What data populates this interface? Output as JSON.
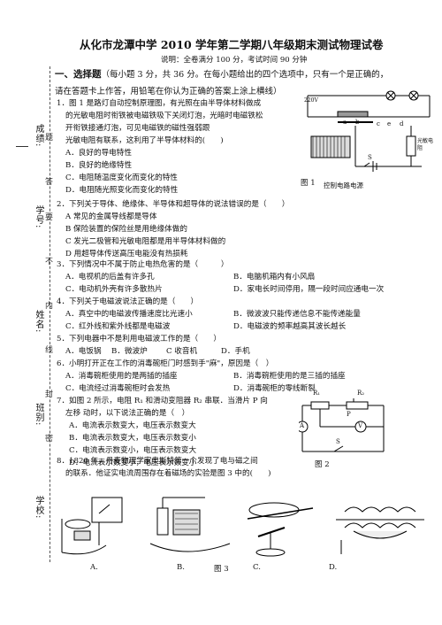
{
  "header": {
    "title": "从化市龙潭中学 2010 学年第二学期八年级期末测试物理试卷",
    "subtitle": "说明：全卷满分 100 分，考试时间 90 分钟"
  },
  "margin": {
    "labels": [
      "成绩:",
      "学号:",
      "姓名:",
      "班别:",
      "学校:"
    ],
    "seal_words": [
      "题",
      "答",
      "要",
      "不",
      "内",
      "线",
      "封",
      "密"
    ]
  },
  "section1": {
    "heading": "一、选择题",
    "note": "（每小题 3 分，共 36 分。在每小题给出的四个选项中，只有一个是正确的，",
    "note2": "请在答题卡上作答，用铅笔在你认为正确的答案上涂上横线）"
  },
  "questions": [
    {
      "lines": [
        "1．图 1 是路灯自动控制原理图，有光照在由半导体材料做成",
        "的光敏电阻时衔铁被电磁铁吸下关闭灯泡，光暗时电磁铁松",
        "开衔铁接通灯泡，可见电磁铁的磁性强弱跟",
        "光敏电阻有联系，这利用了半导体材料的(　　)"
      ],
      "options": [
        "A．良好的导电特性",
        "B．良好的绝缘特性",
        "C．电阻随温度变化而变化的特性",
        "D．电阻随光照变化而变化的特性"
      ]
    },
    {
      "lines": [
        "2．下列关于导体、绝缘体、半导体和超导体的说法错误的是（　　）"
      ],
      "options": [
        "A 常见的金属导线都是导体",
        "B 保险装置的保险丝是用绝缘体做的",
        "C 发光二极管和光敏电阻都是用半导体材料做的",
        "D 用超导体传送高压电能没有热损耗"
      ]
    },
    {
      "lines": [
        "3．下列情况中不属于防止电热危害的是（　　　）"
      ],
      "options": [
        "A．电视机的后盖有许多孔",
        "B．电脑机箱内有小风扇",
        "C．电动机外壳有许多散热片",
        "D．家电长时间停用，隔一段时间应通电一次"
      ]
    },
    {
      "lines": [
        "4．下列关于电磁波说法正确的是（　　）"
      ],
      "options": [
        "A．真空中的电磁波传播速度比光速小",
        "B．微波波只能传递信息不能传递能量",
        "C．红外线和紫外线都是电磁波",
        "D．电磁波的频率越高其波长越长"
      ]
    },
    {
      "lines": [
        "5．下列电器中不是利用电磁波工作的是（　　）"
      ],
      "options": [
        "A．电饭锅",
        "B．微波炉",
        "C 收音机",
        "D．手机"
      ]
    },
    {
      "lines": [
        "6．小明打开正在工作的消毒碗柜门时感到手\"麻\"，原因是（　）"
      ],
      "options": [
        "A．消毒碗柜使用的是两插的插座",
        "B．消毒碗柜使用的是三插的插座",
        "C．电流经过消毒碗柜时会发热",
        "D．消毒碗柜的零线断裂"
      ]
    },
    {
      "lines": [
        "7．如图 2 所示，电阻 R₁ 和滑动变阻器 R₂ 串联．当滑片 P 向",
        "左移 动时，以下说法正确的是（　）"
      ],
      "options": [
        "A．电流表示数变大，电压表示数变大",
        "B．电流表示数变大，电压表示数变小",
        "C．电流表示数变小，电压表示数变大",
        "D．电流表示数变小，电压表示数变小"
      ]
    },
    {
      "lines": [
        "8．1820 年，丹麦物理学家奥斯特第一个发现了电与磁之间",
        "的联系．他证实电流周围存在着磁场的实验是图 3 中的(　　)"
      ],
      "options": []
    }
  ],
  "figures": {
    "fig1_caption": "图 1",
    "fig1_bottom": "控制电路电源",
    "fig1_labels": [
      "220V",
      "a",
      "b",
      "c",
      "e",
      "d",
      "光敏电阻",
      "S"
    ],
    "fig2_caption": "图 2",
    "fig2_labels": [
      "R₁",
      "R₂",
      "P",
      "A",
      "V",
      "S"
    ],
    "fig3_caption": "图 3",
    "fig3_options": [
      "A.",
      "B.",
      "C.",
      "D."
    ]
  }
}
